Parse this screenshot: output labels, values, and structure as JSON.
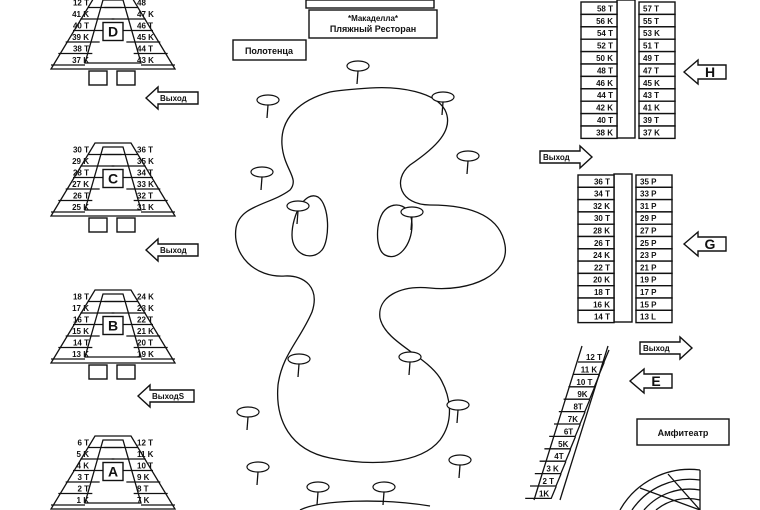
{
  "restaurant": {
    "line1": "*Макаделла*",
    "line2": "Пляжный Ресторан"
  },
  "towels_label": "Полотенца",
  "amphitheatre_label": "Амфитеатр",
  "exit_label": "Выход",
  "exit_label_b": "ВыходS",
  "sections": {
    "D": {
      "letter": "D",
      "left": [
        "12 T",
        "41 K",
        "40 T",
        "39 K",
        "38 T",
        "37 K"
      ],
      "right": [
        "48",
        "47 K",
        "46 T",
        "45 K",
        "44 T",
        "43 K"
      ]
    },
    "C": {
      "letter": "C",
      "left": [
        "30 T",
        "29 K",
        "28 T",
        "27 K",
        "26 T",
        "25 K"
      ],
      "right": [
        "36 T",
        "35 K",
        "34 T",
        "33 K",
        "32 T",
        "31 K"
      ]
    },
    "B": {
      "letter": "B",
      "left": [
        "18 T",
        "17 K",
        "16 T",
        "15 K",
        "14 T",
        "13 K"
      ],
      "right": [
        "24 K",
        "23 K",
        "22 T",
        "21 K",
        "20 T",
        "19 K"
      ]
    },
    "A": {
      "letter": "A",
      "left": [
        "6 T",
        "5 K",
        "4 K",
        "3 T",
        "2 T",
        "1 K"
      ],
      "right": [
        "12 T",
        "11 K",
        "10 T",
        "9 K",
        "8 T",
        "7 K"
      ]
    },
    "H": {
      "letter": "H",
      "left": [
        "58 T",
        "56 K",
        "54 T",
        "52 T",
        "50 K",
        "48 T",
        "46 K",
        "44 T",
        "42 K",
        "40 T",
        "38 K"
      ],
      "right": [
        "57 T",
        "55 T",
        "53 K",
        "51 T",
        "49 T",
        "47 T",
        "45 K",
        "43 T",
        "41 K",
        "39 T",
        "37 K"
      ]
    },
    "G": {
      "letter": "G",
      "left": [
        "36 T",
        "34 T",
        "32 K",
        "30 T",
        "28 K",
        "26 T",
        "24 K",
        "22 T",
        "20 K",
        "18 T",
        "16 K",
        "14 T"
      ],
      "right": [
        "35 P",
        "33 P",
        "31 P",
        "29 P",
        "27 P",
        "25 P",
        "23 P",
        "21 P",
        "19 P",
        "17 P",
        "15 P",
        "13 L"
      ]
    },
    "E": {
      "letter": "E",
      "seats": [
        "12 T",
        "11 K",
        "10 T",
        "9K",
        "8T",
        "7K",
        "6T",
        "5K",
        "4T",
        "3 K",
        "2 T",
        "1K"
      ]
    }
  }
}
